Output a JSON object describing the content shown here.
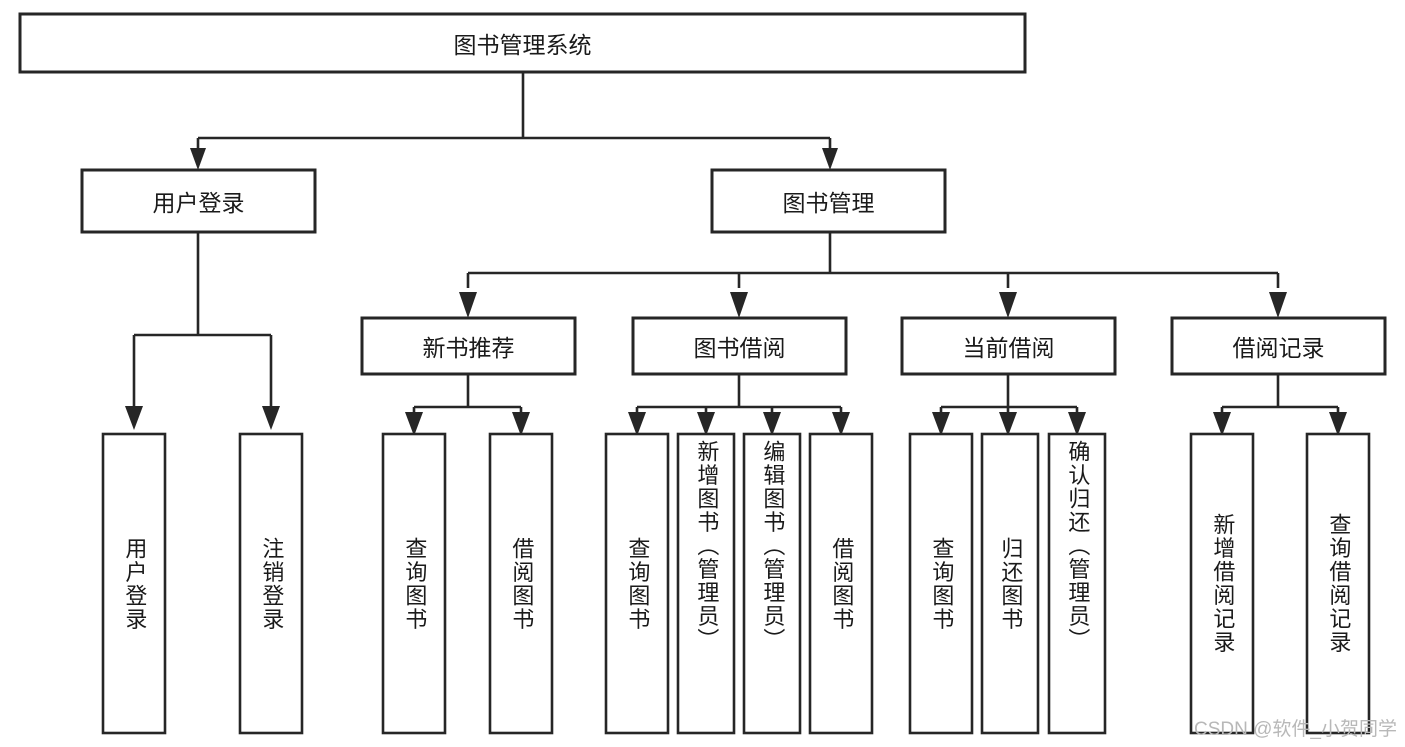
{
  "diagram": {
    "type": "tree",
    "title": "图书管理系统",
    "watermark": "CSDN @软件_小贺同学",
    "colors": {
      "stroke": "#262626",
      "fill": "#ffffff",
      "text": "#1a1a1a",
      "watermark": "#b8b8b8"
    },
    "root": {
      "id": "root",
      "label": "图书管理系统",
      "orientation": "horizontal"
    },
    "level2": [
      {
        "id": "user-login",
        "label": "用户登录",
        "orientation": "horizontal"
      },
      {
        "id": "book-manage",
        "label": "图书管理",
        "orientation": "horizontal"
      }
    ],
    "level3": [
      {
        "id": "new-book-recommend",
        "label": "新书推荐",
        "orientation": "horizontal",
        "parent": "book-manage"
      },
      {
        "id": "book-borrow",
        "label": "图书借阅",
        "orientation": "horizontal",
        "parent": "book-manage"
      },
      {
        "id": "current-borrow",
        "label": "当前借阅",
        "orientation": "horizontal",
        "parent": "book-manage"
      },
      {
        "id": "borrow-record",
        "label": "借阅记录",
        "orientation": "horizontal",
        "parent": "book-manage"
      }
    ],
    "leaves": {
      "user-login": [
        {
          "id": "leaf-user-login",
          "label": "用户登录",
          "orientation": "vertical"
        },
        {
          "id": "leaf-user-logout",
          "label": "注销登录",
          "orientation": "vertical"
        }
      ],
      "new-book-recommend": [
        {
          "id": "leaf-query-book-1",
          "label": "查询图书",
          "orientation": "vertical"
        },
        {
          "id": "leaf-borrow-book-1",
          "label": "借阅图书",
          "orientation": "vertical"
        }
      ],
      "book-borrow": [
        {
          "id": "leaf-query-book-2",
          "label": "查询图书",
          "orientation": "vertical"
        },
        {
          "id": "leaf-add-book",
          "label": "新增图书（管理员）",
          "orientation": "vertical"
        },
        {
          "id": "leaf-edit-book",
          "label": "编辑图书（管理员）",
          "orientation": "vertical"
        },
        {
          "id": "leaf-borrow-book-2",
          "label": "借阅图书",
          "orientation": "vertical"
        }
      ],
      "current-borrow": [
        {
          "id": "leaf-query-book-3",
          "label": "查询图书",
          "orientation": "vertical"
        },
        {
          "id": "leaf-return-book",
          "label": "归还图书",
          "orientation": "vertical"
        },
        {
          "id": "leaf-confirm-return",
          "label": "确认归还（管理员）",
          "orientation": "vertical"
        }
      ],
      "borrow-record": [
        {
          "id": "leaf-add-record",
          "label": "新增借阅记录",
          "orientation": "vertical"
        },
        {
          "id": "leaf-query-record",
          "label": "查询借阅记录",
          "orientation": "vertical"
        }
      ]
    }
  }
}
